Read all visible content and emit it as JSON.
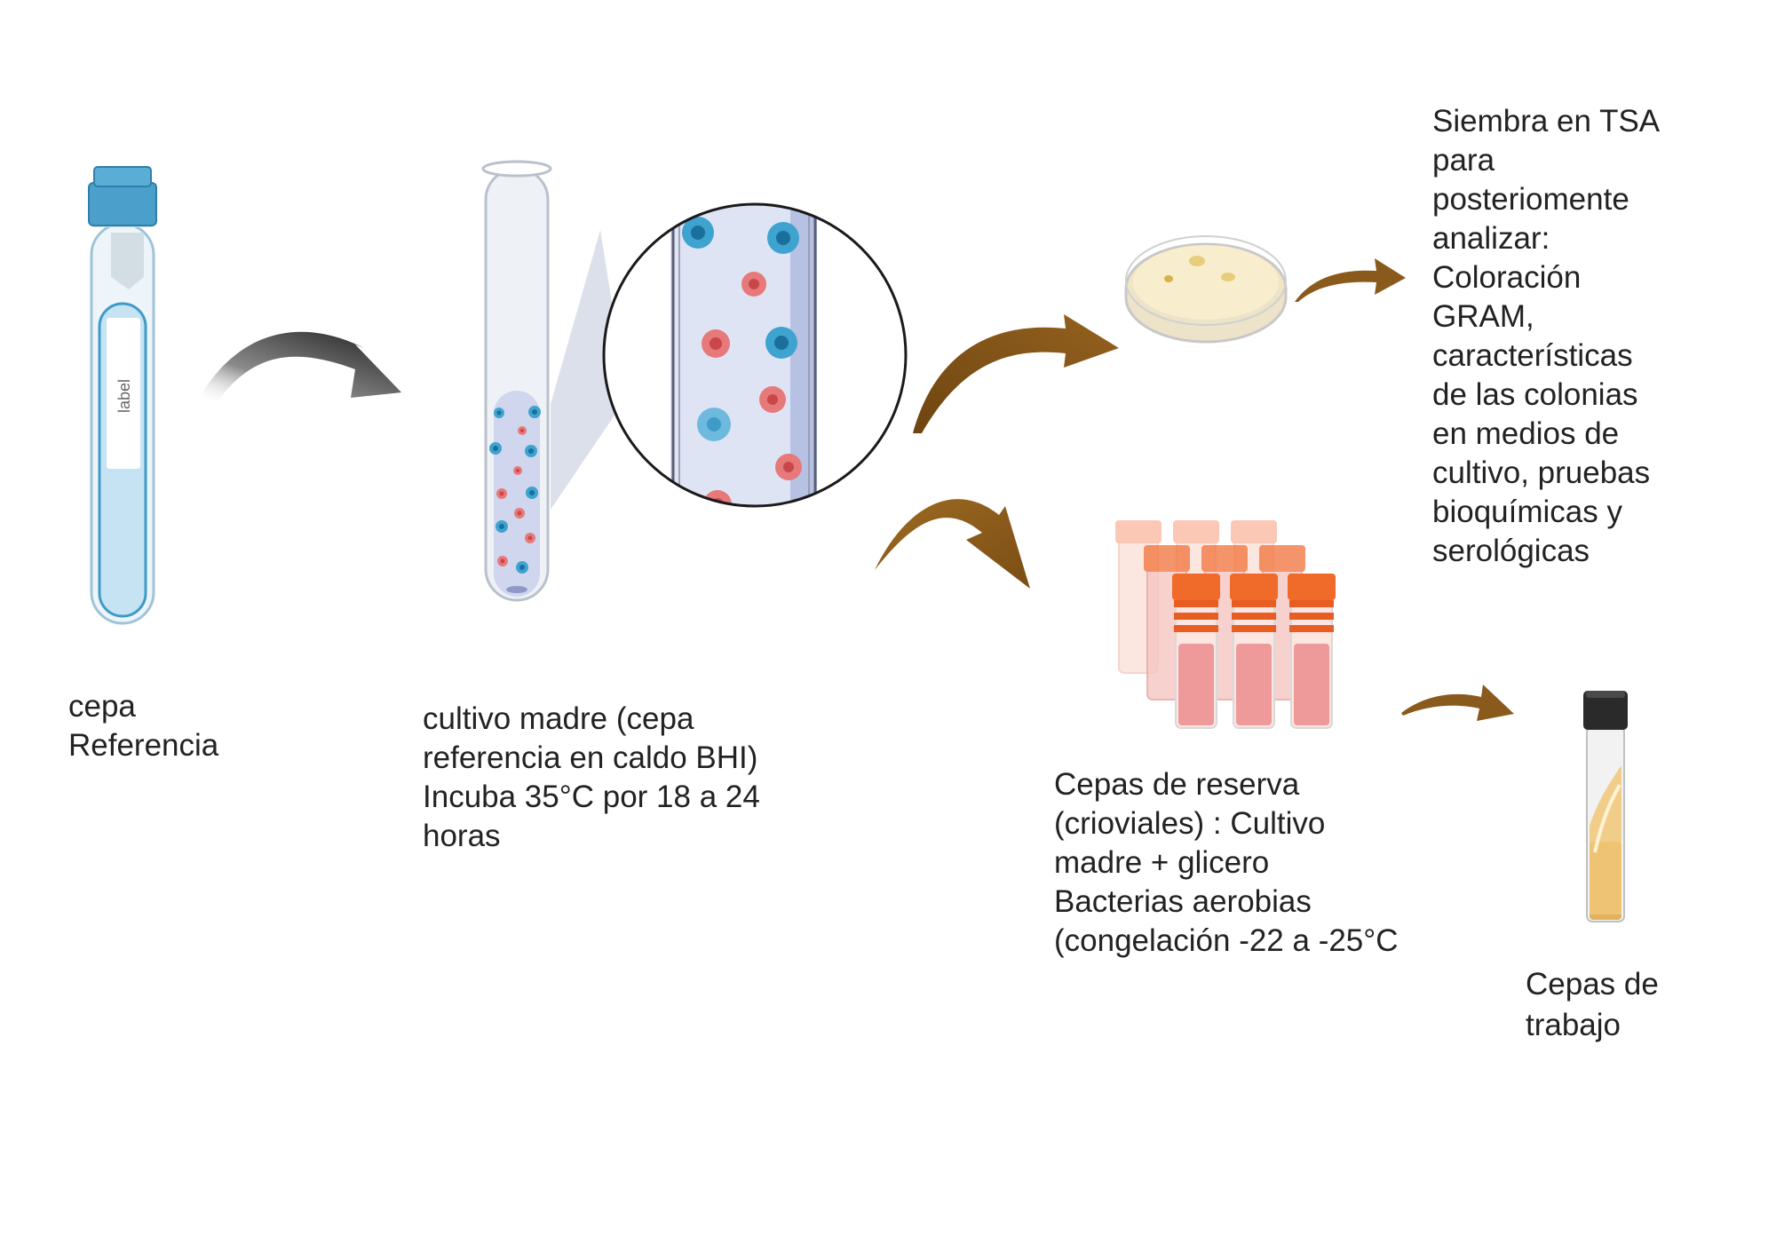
{
  "tube_label": "label",
  "steps": {
    "reference": {
      "lines": [
        "cepa",
        "Referencia"
      ]
    },
    "mother_culture": {
      "lines": [
        "cultivo madre (cepa",
        "referencia en caldo BHI)",
        "Incuba 35°C por 18 a 24",
        "horas"
      ]
    },
    "tsa": {
      "lines": [
        "Siembra en TSA",
        "para",
        "posteriomente",
        "analizar:",
        "Coloración",
        "GRAM,",
        "características",
        "de las colonias",
        "en medios de",
        "cultivo, pruebas",
        "bioquímicas y",
        "serológicas"
      ]
    },
    "reserve": {
      "lines": [
        "Cepas de reserva",
        "(crioviales) : Cultivo",
        "madre + glicero",
        "Bacterias aerobias",
        "(congelación -22 a -25°C"
      ]
    },
    "working": {
      "lines": [
        "Cepas de",
        "trabajo"
      ]
    }
  },
  "colors": {
    "arrow_dark": "#1f1f1f",
    "arrow_brown": "#8a5a1c",
    "tube_blue": "#3f9bc6",
    "bacteria_blue": "#3ea3cf",
    "bacteria_red": "#e8797a",
    "cap_orange": "#f06a2a",
    "agar": "#f8edcd"
  }
}
